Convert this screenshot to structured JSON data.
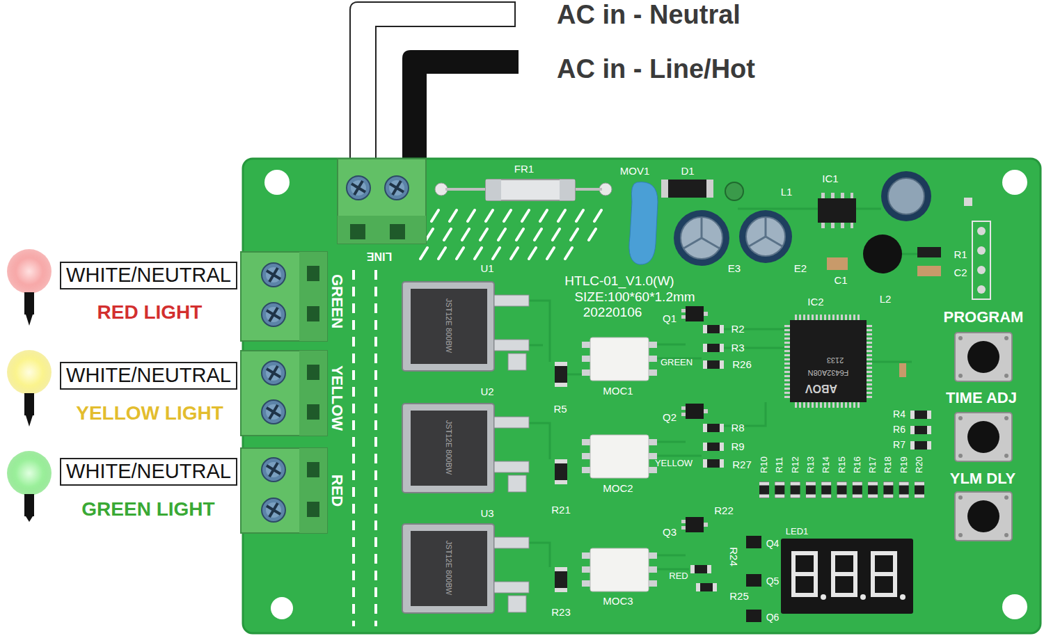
{
  "diagram": {
    "nodes": [
      {
        "text": [
          "WHITE/NEUTRAL"
        ]
      },
      {
        "text": [
          "WHITE/NEUTRAL"
        ]
      },
      {
        "text": [
          "WHITE/NEUTRAL"
        ]
      }
    ],
    "labels": [
      "AC in - Neutral",
      "AC in - Line/Hot",
      "RED LIGHT",
      "YELLOW LIGHT",
      "GREEN LIGHT",
      "GREEN",
      "YELLOW",
      "RED",
      "LINE",
      "FR1",
      "MOV1",
      "D1",
      "L1",
      "IC1",
      "E3",
      "E2",
      "C1",
      "L2",
      "R1",
      "C2",
      "U1",
      "HTLC-01_V1.0(W)",
      "SIZE:100*60*1.2mm",
      "20220106",
      "Q1",
      "R2",
      "R3",
      "R26",
      "GREEN",
      "MOC1",
      "R5",
      "U2",
      "Q2",
      "R8",
      "R9",
      "R27",
      "YELLOW",
      "MOC2",
      "R21",
      "U3",
      "Q3",
      "R22",
      "R24",
      "RED",
      "MOC3",
      "R23",
      "R25",
      "IC2",
      "PROGRAM",
      "TIME ADJ",
      "YLM DLY",
      "R4",
      "R6",
      "R7",
      "R10",
      "R11",
      "R12",
      "R13",
      "R14",
      "R15",
      "R16",
      "R17",
      "R18",
      "R19",
      "R20",
      "LED1",
      "Q4",
      "Q5",
      "Q6",
      "ABOV",
      "F6432A08N",
      "2133",
      "JST12E 800BW",
      "JST12E 800BW",
      "JST12E 800BW"
    ]
  }
}
